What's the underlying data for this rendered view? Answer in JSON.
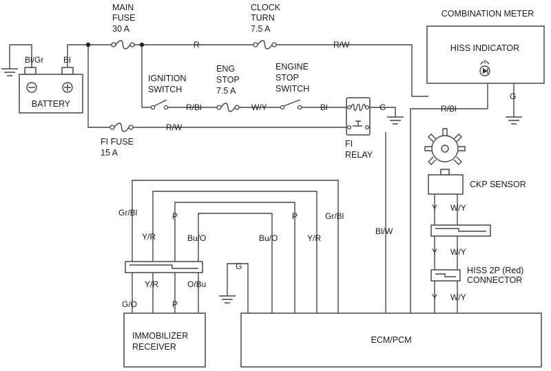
{
  "components": {
    "battery": "BATTERY",
    "main_fuse": [
      "MAIN",
      "FUSE",
      "30 A"
    ],
    "clock_turn_fuse": [
      "CLOCK",
      "TURN",
      "7.5 A"
    ],
    "combination_meter": "COMBINATION METER",
    "hiss_indicator": "HISS INDICATOR",
    "ignition_switch": [
      "IGNITION",
      "SWITCH"
    ],
    "eng_stop_fuse": [
      "ENG",
      "STOP",
      "7.5 A"
    ],
    "engine_stop_switch": [
      "ENGINE",
      "STOP",
      "SWITCH"
    ],
    "fi_fuse": [
      "FI FUSE",
      "15 A"
    ],
    "fi_relay": [
      "FI",
      "RELAY"
    ],
    "ckp_sensor": "CKP SENSOR",
    "hiss_connector": [
      "HISS 2P (Red)",
      "CONNECTOR"
    ],
    "immobilizer_receiver": [
      "IMMOBILIZER",
      "RECEIVER"
    ],
    "ecm_pcm": "ECM/PCM"
  },
  "wires": {
    "bl_gr": "Bl/Gr",
    "bl": "Bl",
    "r": "R",
    "r_w_top": "R/W",
    "r_bl_ign": "R/Bl",
    "w_y": "W/Y",
    "bl_relay": "Bl",
    "g_relay": "G",
    "r_w_fi": "R/W",
    "g_meter": "G",
    "r_bl_meter": "R/Bl",
    "gr_bl_left": "Gr/Bl",
    "y_r_top": "Y/R",
    "p_top": "P",
    "bu_o_left": "Bu/O",
    "bu_o_right": "Bu/O",
    "p_right": "P",
    "y_r_right": "Y/R",
    "gr_bl_right": "Gr/Bl",
    "bl_w": "Bl/W",
    "g_ground": "G",
    "y_r_low": "Y/R",
    "o_bu": "O/Bu",
    "g_o": "G/O",
    "p_low": "P",
    "y_ckp_1": "Y",
    "w_y_ckp_1": "W/Y",
    "y_ckp_2": "Y",
    "w_y_ckp_2": "W/Y",
    "y_ckp_3": "Y",
    "w_y_ckp_3": "W/Y"
  }
}
